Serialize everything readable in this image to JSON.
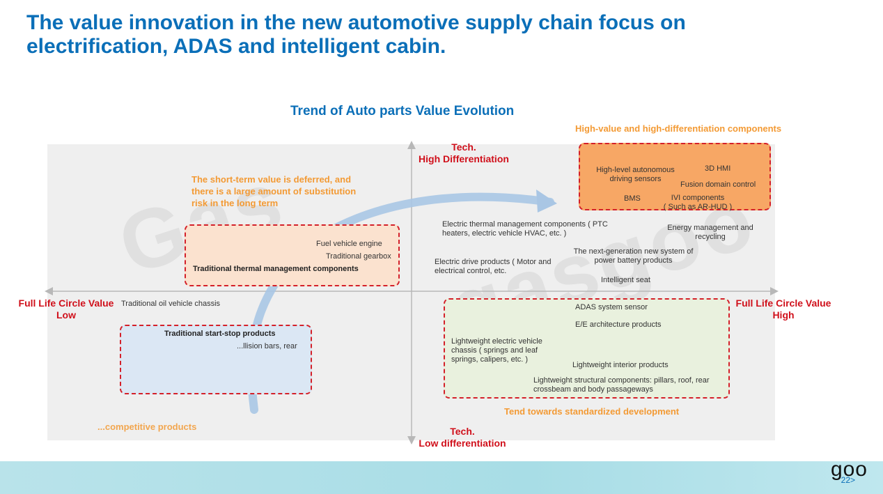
{
  "slide": {
    "title": "The value innovation in the new automotive supply chain focus on electrification, ADAS and intelligent cabin."
  },
  "chart": {
    "title": "Trend of Auto parts Value Evolution",
    "axis_top": "Tech.\nHigh Differentiation",
    "axis_bottom": "Tech.\nLow differentiation",
    "axis_left": "Full Life Circle Value\nLow",
    "axis_right": "Full Life Circle Value\nHigh",
    "note_top_right": "High-value and high-differentiation components",
    "note_top_left": "The short-term value is deferred, and\nthere is a large amount of substitution\nrisk in the long term",
    "note_bottom_right": "Tend towards standardized development",
    "note_bottom_left": "...competitive products",
    "top_left_items": {
      "i1": "Fuel vehicle engine",
      "i2": "Traditional gearbox",
      "i3": "Traditional thermal management components"
    },
    "top_right_box_items": {
      "i1": "High-level autonomous\ndriving sensors",
      "i2": "3D HMI",
      "i3": "Fusion domain control",
      "i4": "BMS",
      "i5": "IVI components\n( Such as AR-HUD )"
    },
    "top_right_items": {
      "i1": "Electric thermal management components  ( PTC\nheaters, electric vehicle HVAC, etc. )",
      "i2": "Energy management and\nrecycling",
      "i3": "The next-generation new system of\npower battery products",
      "i4": "Electric drive products ( Motor and\nelectrical control, etc.",
      "i5": "Intelligent seat"
    },
    "bottom_left_items": {
      "i1": "Traditional oil vehicle chassis",
      "i2": "Traditional start-stop products",
      "i3": "...llision bars, rear"
    },
    "bottom_right_items": {
      "i1": "ADAS system sensor",
      "i2": "E/E architecture products",
      "i3": "Lightweight electric vehicle\nchassis  ( springs and leaf\nsprings, calipers, etc. )",
      "i4": "Lightweight interior products",
      "i5": "Lightweight structural components: pillars, roof, rear\ncrossbeam and body passageways"
    },
    "colors": {
      "title_blue": "#0b6fb8",
      "axis_red": "#d0101b",
      "note_orange": "#f39a34",
      "box_border_red": "#d42029",
      "high_value_box_fill": "#f7a765",
      "top_left_box_fill": "#fbe2cf",
      "bottom_right_box_fill": "#e9f1de",
      "bottom_left_box_fill": "#dbe7f4",
      "arrow_blue": "#a9c6e4"
    }
  },
  "footer": {
    "logo": "goo",
    "page": "22>"
  }
}
